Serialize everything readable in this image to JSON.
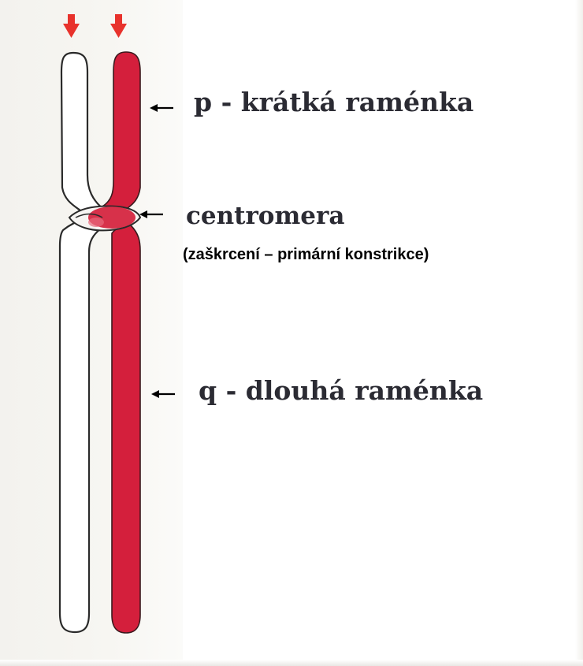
{
  "labels": {
    "p_arm": "p - krátká raménka",
    "centromere": "centromera",
    "centromere_note": "(zaškrcení – primární konstrikce)",
    "q_arm": "q - dlouhá raménka"
  },
  "colors": {
    "chromatid_red": "#d41f3c",
    "outline": "#2a2a2a",
    "marker_arrow": "#e8322c",
    "pointer_arrow": "#000000"
  },
  "icons": [
    "down-arrow-icon",
    "left-arrow-icon"
  ]
}
